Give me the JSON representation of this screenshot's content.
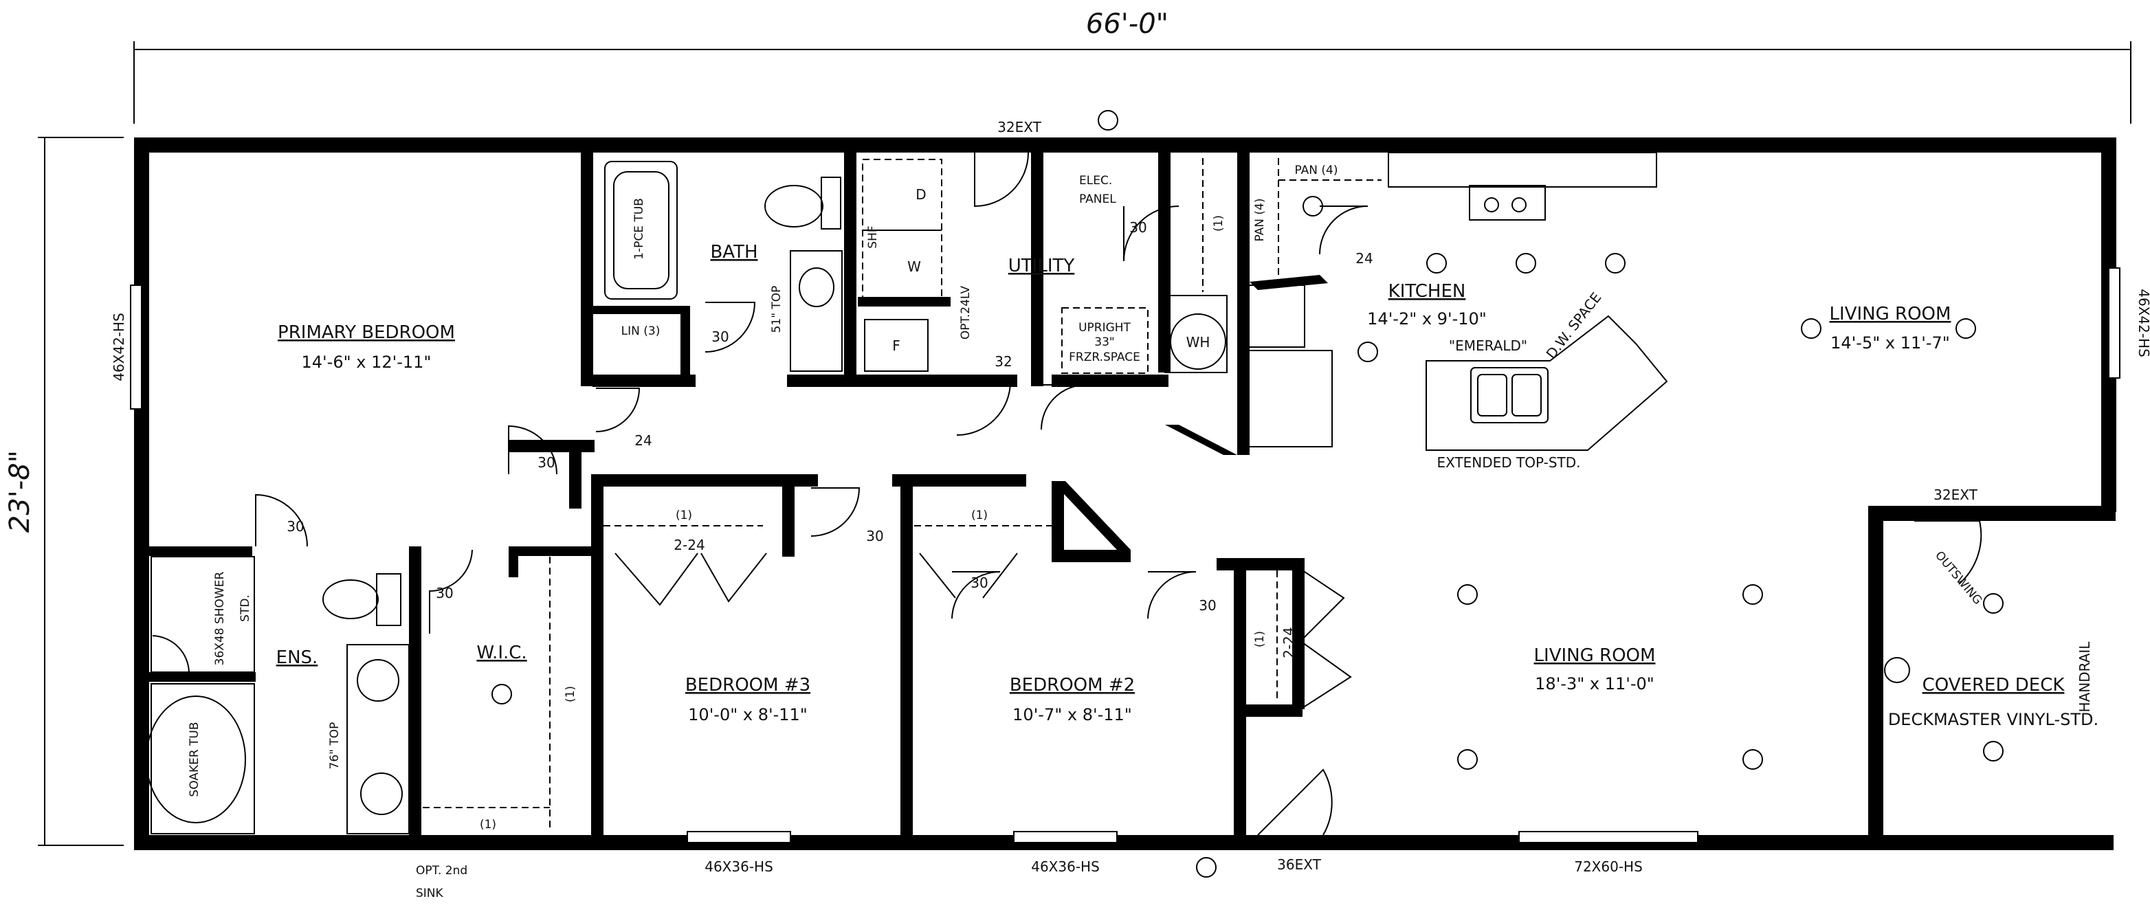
{
  "dimensions": {
    "width": "66'-0\"",
    "height": "23'-8\""
  },
  "rooms": {
    "primary_bedroom": {
      "name": "PRIMARY BEDROOM",
      "size": "14'-6\" x 12'-11\""
    },
    "bath": {
      "name": "BATH"
    },
    "utility": {
      "name": "UTILITY"
    },
    "kitchen": {
      "name": "KITCHEN",
      "size": "14'-2\" x 9'-10\""
    },
    "living_room_1": {
      "name": "LIVING ROOM",
      "size": "14'-5\" x 11'-7\""
    },
    "ens": {
      "name": "ENS."
    },
    "wic": {
      "name": "W.I.C."
    },
    "bedroom3": {
      "name": "BEDROOM #3",
      "size": "10'-0\" x 8'-11\""
    },
    "bedroom2": {
      "name": "BEDROOM #2",
      "size": "10'-7\" x 8'-11\""
    },
    "living_room_2": {
      "name": "LIVING ROOM",
      "size": "18'-3\" x 11'-0\""
    },
    "covered_deck": {
      "name": "COVERED DECK",
      "note": "DECKMASTER VINYL-STD."
    }
  },
  "labels": {
    "ext_top": "32EXT",
    "ext_deck": "32EXT",
    "ext_bottom": "36EXT",
    "outswing": "OUTSWING",
    "handrail": "HANDRAIL",
    "elec_panel_1": "ELEC.",
    "elec_panel_2": "PANEL",
    "tub": "1-PCE TUB",
    "top51": "51\" TOP",
    "top76": "76\" TOP",
    "opt_lv": "OPT.24LV",
    "lin": "LIN (3)",
    "pan_top": "PAN (4)",
    "pan_side": "PAN (4)",
    "upright_1": "UPRIGHT",
    "upright_2": "33\"",
    "upright_3": "FRZR.SPACE",
    "wh": "WH",
    "washer": "W",
    "dryer": "D",
    "freezer": "F",
    "shelf": "SHF",
    "emerald": "\"EMERALD\"",
    "dw_space": "D.W. SPACE",
    "extended_top": "EXTENDED TOP-STD.",
    "shower": "36X48 SHOWER",
    "shower_std": "STD.",
    "soaker_tub": "SOAKER TUB",
    "opt_sink_1": "OPT. 2nd",
    "opt_sink_2": "SINK",
    "closet_2_24_a": "2-24",
    "closet_2_24_b": "2-24",
    "shelf_1a": "(1)",
    "shelf_1b": "(1)",
    "shelf_1c": "(1)",
    "shelf_1d": "(1)",
    "shelf_1e": "(1)",
    "shelf_1f": "(1)",
    "door_30_a": "30",
    "door_30_b": "30",
    "door_30_c": "30",
    "door_30_d": "30",
    "door_30_e": "30",
    "door_30_f": "30",
    "door_30_g": "30",
    "door_30_h": "30",
    "door_24_a": "24",
    "door_24_b": "24",
    "door_32": "32"
  },
  "windows": {
    "left": "46X42-HS",
    "right": "46X42-HS",
    "bottom_1": "46X36-HS",
    "bottom_2": "46X36-HS",
    "bottom_3": "72X60-HS"
  }
}
